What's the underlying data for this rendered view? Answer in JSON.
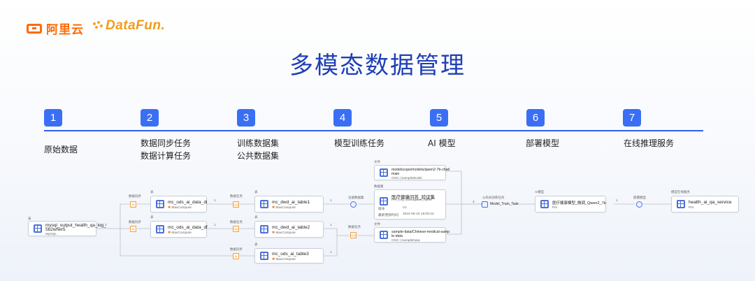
{
  "brand": {
    "aliyun": "阿里云",
    "datafun": "DataFun."
  },
  "title": "多模态数据管理",
  "steps": [
    {
      "num": "1",
      "label": "原始数据"
    },
    {
      "num": "2",
      "label": "数据同步任务\n数据计算任务"
    },
    {
      "num": "3",
      "label": "训练数据集\n公共数据集"
    },
    {
      "num": "4",
      "label": "模型训练任务"
    },
    {
      "num": "5",
      "label": "AI 模型"
    },
    {
      "num": "6",
      "label": "部署模型"
    },
    {
      "num": "7",
      "label": "在线推理服务"
    }
  ],
  "lineage": {
    "source": {
      "tag": "表",
      "name": "mysql_output_health_qa_log_\n5b2wher5",
      "sub": "MySQL"
    },
    "edge_count_source": "2",
    "sync1": {
      "tag": "数据同步",
      "name": "mc_ods_ai_data_di",
      "sub": "MaxCompute"
    },
    "sync2": {
      "tag": "数据同步",
      "name": "mc_ods_ai_data_df",
      "sub": "MaxCompute"
    },
    "sync_top_tag": "表",
    "sync_mid_tag": "表",
    "calc1": {
      "tag": "数据任务",
      "count": "1"
    },
    "calc2": {
      "tag": "数据任务",
      "count": "1"
    },
    "calc3": {
      "tag": "数据同步"
    },
    "table1": {
      "tag": "表",
      "name": "mc_dwd_ai_table1",
      "sub": "MaxCompute"
    },
    "table2": {
      "tag": "表",
      "name": "mc_dwd_ai_table2",
      "sub": "MaxCompute"
    },
    "table3": {
      "tag": "表",
      "name": "mc_ods_ai_table3",
      "sub": "MaxCompute"
    },
    "register_task": "注册数据集",
    "data_task": "数据任务",
    "file1": {
      "tag": "文件",
      "name": "modelscope/models/qwen2-7b-chat/\nmain",
      "sub": "OSS | SampleModel"
    },
    "dataset": {
      "tag": "数据集",
      "name": "医疗健康问答_验证集",
      "sub": "PAI | my_workspace_name",
      "ver_k": "版本",
      "ver_v": "V1",
      "time_k": "最新更新时间",
      "time_v": "2024-06-19 18:09:44"
    },
    "file2": {
      "tag": "文件",
      "name": "sample-data/Chinese-medical-samp\nle-data",
      "sub": "OSS | SampleData"
    },
    "train_tag": "公布式训练任务",
    "train_name": "Model_Train_Task",
    "train_count": "3",
    "model": {
      "tag": "AI模型",
      "name": "医疗健康模型_微调_Qwen2_7b",
      "sub": "PAI"
    },
    "model_count": "1",
    "deploy_tag": "部署模型",
    "service": {
      "tag": "模型在线服务",
      "name": "health_ai_qa_service",
      "sub": "PAI"
    },
    "edge_labels": [
      "1",
      "1",
      "1"
    ]
  }
}
